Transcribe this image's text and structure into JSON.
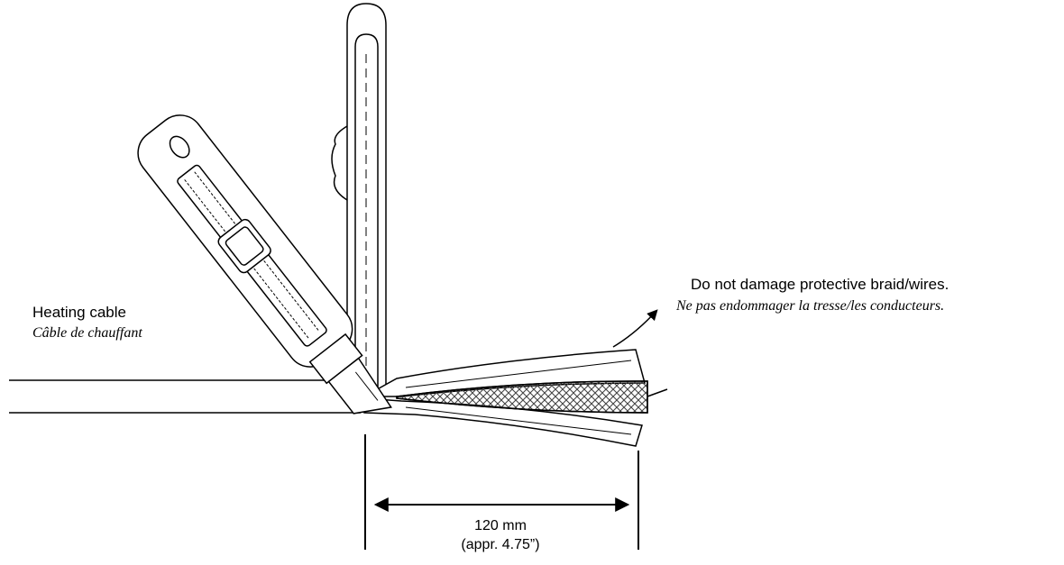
{
  "labels": {
    "heating_cable_en": "Heating cable",
    "heating_cable_fr": "Câble de chauffant",
    "warning_en": "Do not damage protective braid/wires.",
    "warning_fr": "Ne pas endommager la tresse/les conducteurs.",
    "dimension_mm": "120 mm",
    "dimension_in": "(appr. 4.75”)"
  },
  "colors": {
    "line": "#000000",
    "braid": "#555555",
    "background": "#ffffff"
  },
  "icons": {
    "knife": "utility-knife-icon",
    "arrow": "curved-arrow-icon"
  }
}
